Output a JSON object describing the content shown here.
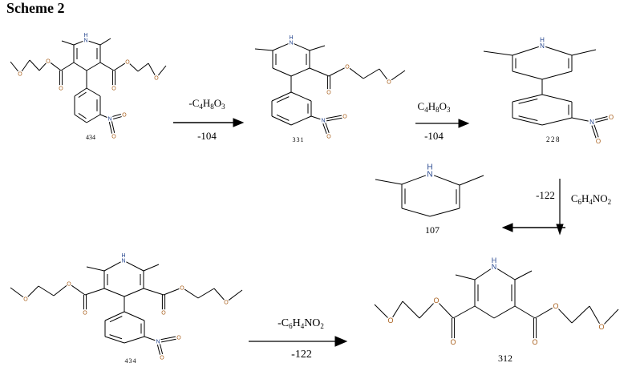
{
  "title": "Scheme 2",
  "atom_labels": {
    "oxygen": "O",
    "nitrogen": "N",
    "hydrogen": "H"
  },
  "colors": {
    "bond": "#000000",
    "oxygen_label": "#a85f1c",
    "nitrogen_label": "#27478f"
  },
  "compounds": {
    "parent_top": "434",
    "intermediate_331": "331",
    "intermediate_228": "228",
    "fragment_107": "107",
    "parent_bottom": "434",
    "product_312": "312"
  },
  "arrows": {
    "step1": {
      "loss": "-C4H8O3",
      "mass": "-104"
    },
    "step2": {
      "loss": "C4H8O3",
      "mass": "-104"
    },
    "step3": {
      "loss": "C6H4NO2",
      "mass": "-122"
    },
    "step4": {
      "loss": "-C6H4NO2",
      "mass": "-122"
    }
  }
}
